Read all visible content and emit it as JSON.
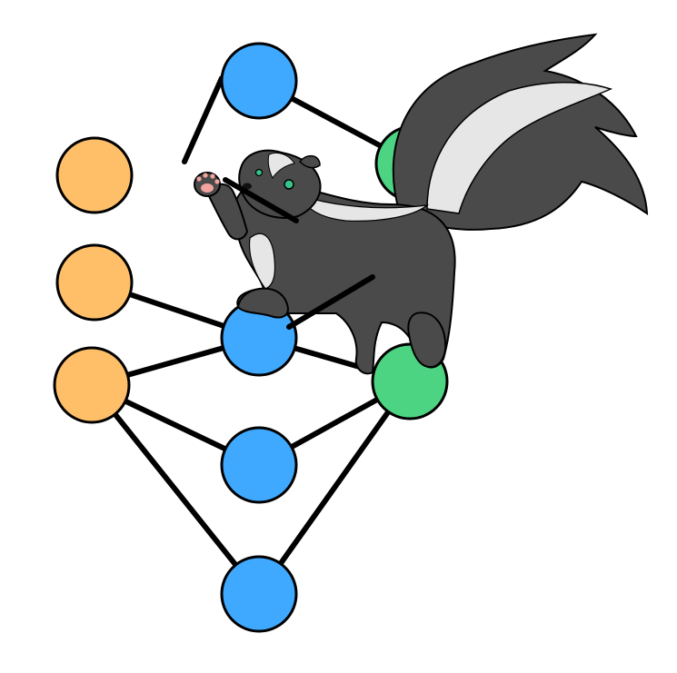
{
  "diagram": {
    "kind": "neural-network",
    "colors": {
      "input": "#ffbf69",
      "hidden": "#3fa9ff",
      "output": "#4cd483",
      "edge": "#000000",
      "background": "#ffffff"
    },
    "layers": [
      {
        "role": "input",
        "node_count": 3
      },
      {
        "role": "hidden",
        "node_count": 4
      },
      {
        "role": "output",
        "node_count": 2
      }
    ],
    "mascot": {
      "animal": "skunk",
      "icon": "skunk-mascot-icon",
      "colors": {
        "fur": "#4a4a4a",
        "stripe": "#e6e6e6",
        "eye": "#37c38a",
        "paw_pad": "#f2a3a0"
      }
    }
  }
}
